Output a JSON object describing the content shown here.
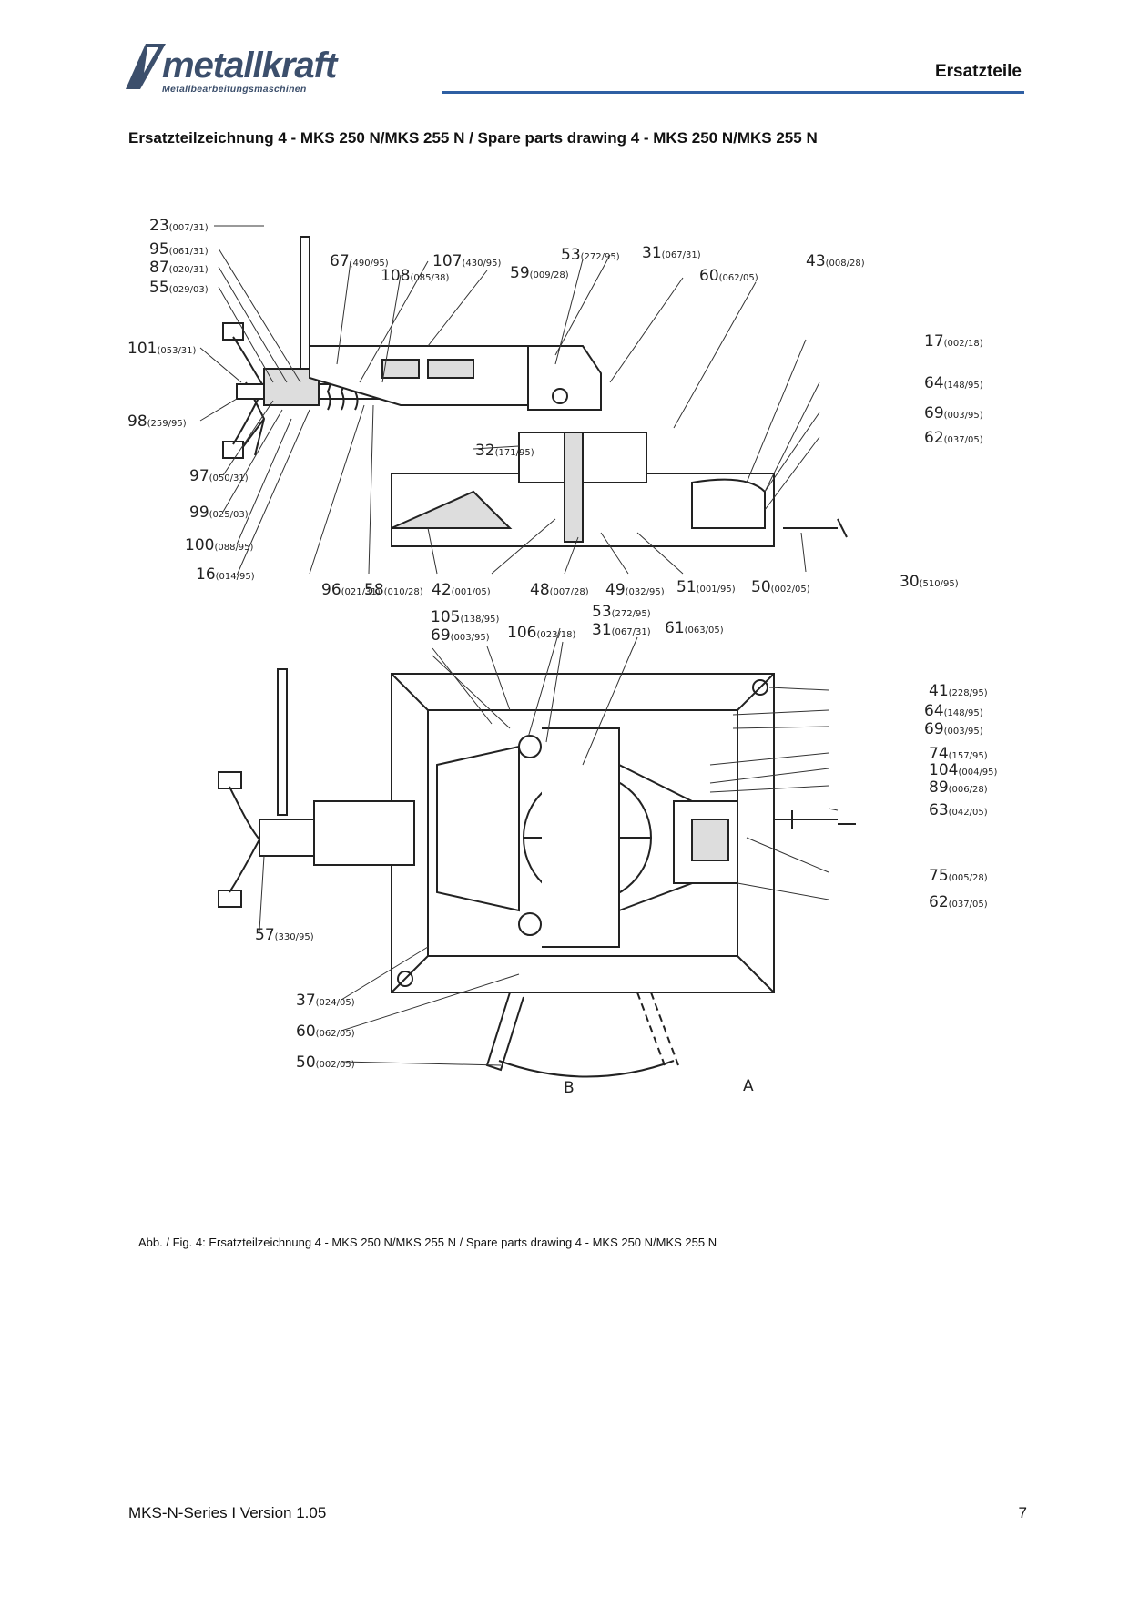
{
  "logo": {
    "text": "metallkraft",
    "subtitle": "Metallbearbeitungsmaschinen"
  },
  "header": {
    "title": "Ersatzteile"
  },
  "section_heading": "Ersatzteilzeichnung 4 - MKS 250 N/MKS 255 N / Spare parts drawing 4 - MKS 250 N/MKS 255 N",
  "drawing": {
    "top_view_callouts": [
      {
        "num": "23",
        "ref": "(007/31)"
      },
      {
        "num": "95",
        "ref": "(061/31)"
      },
      {
        "num": "87",
        "ref": "(020/31)"
      },
      {
        "num": "55",
        "ref": "(029/03)"
      },
      {
        "num": "67",
        "ref": "(490/95)"
      },
      {
        "num": "108",
        "ref": "(085/38)"
      },
      {
        "num": "107",
        "ref": "(430/95)"
      },
      {
        "num": "59",
        "ref": "(009/28)"
      },
      {
        "num": "53",
        "ref": "(272/95)"
      },
      {
        "num": "31",
        "ref": "(067/31)"
      },
      {
        "num": "60",
        "ref": "(062/05)"
      },
      {
        "num": "43",
        "ref": "(008/28)"
      },
      {
        "num": "101",
        "ref": "(053/31)"
      },
      {
        "num": "17",
        "ref": "(002/18)"
      },
      {
        "num": "64",
        "ref": "(148/95)"
      },
      {
        "num": "69",
        "ref": "(003/95)"
      },
      {
        "num": "62",
        "ref": "(037/05)"
      },
      {
        "num": "98",
        "ref": "(259/95)"
      },
      {
        "num": "32",
        "ref": "(171/95)"
      },
      {
        "num": "97",
        "ref": "(050/31)"
      },
      {
        "num": "99",
        "ref": "(025/03)"
      },
      {
        "num": "100",
        "ref": "(088/95)"
      },
      {
        "num": "16",
        "ref": "(014/95)"
      },
      {
        "num": "96",
        "ref": "(021/31)"
      },
      {
        "num": "58",
        "ref": "(010/28)"
      },
      {
        "num": "42",
        "ref": "(001/05)"
      },
      {
        "num": "48",
        "ref": "(007/28)"
      },
      {
        "num": "49",
        "ref": "(032/95)"
      },
      {
        "num": "51",
        "ref": "(001/95)"
      },
      {
        "num": "50",
        "ref": "(002/05)"
      },
      {
        "num": "30",
        "ref": "(510/95)"
      }
    ],
    "plan_view_callouts": [
      {
        "num": "105",
        "ref": "(138/95)"
      },
      {
        "num": "69",
        "ref": "(003/95)"
      },
      {
        "num": "106",
        "ref": "(023/18)"
      },
      {
        "num": "53",
        "ref": "(272/95)"
      },
      {
        "num": "31",
        "ref": "(067/31)"
      },
      {
        "num": "61",
        "ref": "(063/05)"
      },
      {
        "num": "41",
        "ref": "(228/95)"
      },
      {
        "num": "64",
        "ref": "(148/95)"
      },
      {
        "num": "69",
        "ref": "(003/95)"
      },
      {
        "num": "74",
        "ref": "(157/95)"
      },
      {
        "num": "104",
        "ref": "(004/95)"
      },
      {
        "num": "89",
        "ref": "(006/28)"
      },
      {
        "num": "63",
        "ref": "(042/05)"
      },
      {
        "num": "75",
        "ref": "(005/28)"
      },
      {
        "num": "62",
        "ref": "(037/05)"
      },
      {
        "num": "57",
        "ref": "(330/95)"
      },
      {
        "num": "37",
        "ref": "(024/05)"
      },
      {
        "num": "60",
        "ref": "(062/05)"
      },
      {
        "num": "50",
        "ref": "(002/05)"
      }
    ],
    "angle_labels": [
      "B",
      "A"
    ]
  },
  "caption": "Abb. / Fig. 4: Ersatzteilzeichnung 4 - MKS 250 N/MKS 255 N / Spare parts drawing 4 - MKS 250 N/MKS 255 N",
  "footer": {
    "left": "MKS-N-Series I Version 1.05",
    "page": "7"
  },
  "colors": {
    "brand": "#3c4f6c",
    "rule": "#2e5fa3"
  }
}
